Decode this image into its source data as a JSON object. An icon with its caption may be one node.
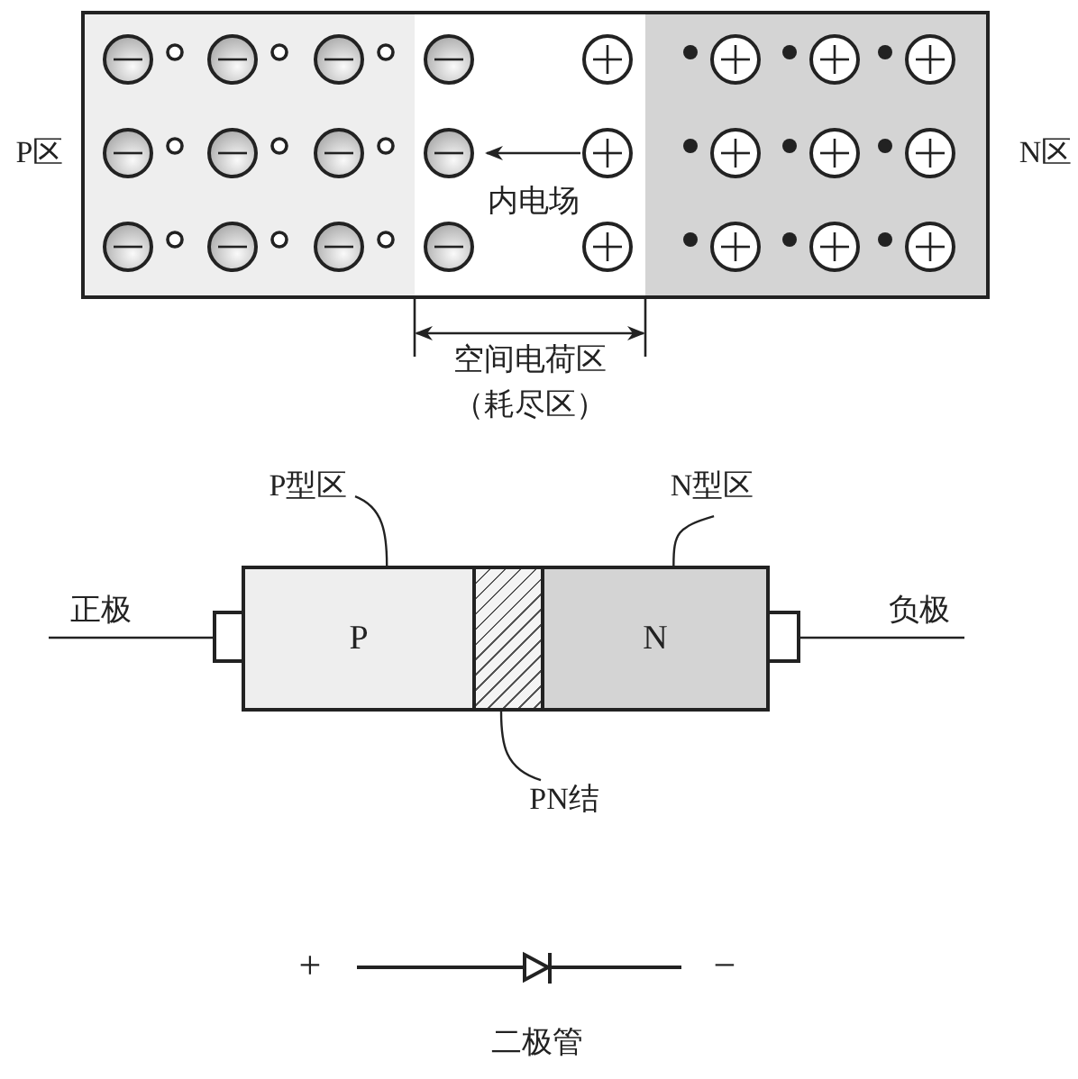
{
  "diagram": {
    "nodes": [
      {
        "text": [
          "P型区"
        ]
      },
      {
        "text": [
          "N型区"
        ]
      },
      {
        "text": [
          "P"
        ]
      },
      {
        "text": [],
        "shape": "box"
      },
      {
        "text": [
          "N"
        ]
      },
      {
        "text": [
          "PN结"
        ]
      }
    ],
    "edges": [
      {
        "from": 0,
        "to": 2,
        "arrow": "none"
      },
      {
        "from": 1,
        "to": 4,
        "arrow": "none"
      },
      {
        "from": 5,
        "to": 3,
        "arrow": "none"
      }
    ],
    "labels": [
      "P区",
      "内电场",
      "N区",
      "空间电荷区（耗尽区）",
      "正极",
      "负极",
      "+",
      "−",
      "二极管"
    ]
  }
}
